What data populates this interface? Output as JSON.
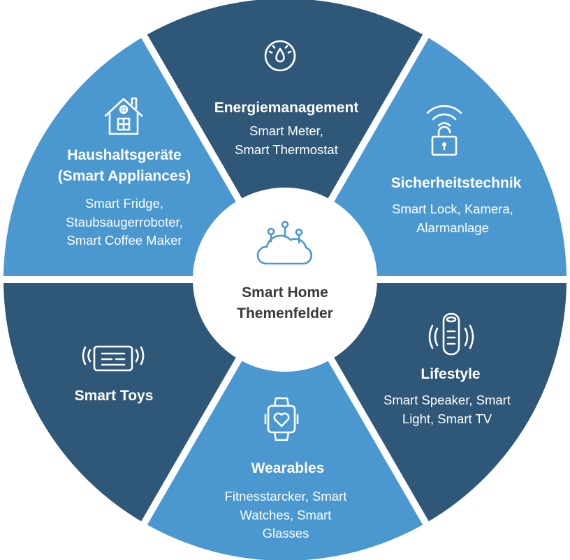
{
  "colors": {
    "dark": "#2f5778",
    "light": "#4b97d0",
    "center_fill": "#ffffff",
    "center_text": "#3a3a3a",
    "center_icon": "#4b97d0",
    "text": "#ffffff"
  },
  "center": {
    "icon": "cloud-network-icon",
    "lines": [
      "Smart Home",
      "Themenfelder"
    ]
  },
  "segments": [
    {
      "id": "energiemanagement",
      "tone": "dark",
      "icon": "gauge-icon",
      "title": [
        "Energiemanagement"
      ],
      "desc": [
        "Smart Meter,",
        "Smart Thermostat"
      ]
    },
    {
      "id": "sicherheitstechnik",
      "tone": "light",
      "icon": "wireless-lock-icon",
      "title": [
        "Sicherheitstechnik"
      ],
      "desc": [
        "Smart Lock, Kamera,",
        "Alarmanlage"
      ]
    },
    {
      "id": "lifestyle",
      "tone": "dark",
      "icon": "smart-speaker-icon",
      "title": [
        "Lifestyle"
      ],
      "desc": [
        "Smart Speaker, Smart",
        "Light, Smart TV"
      ]
    },
    {
      "id": "wearables",
      "tone": "light",
      "icon": "smartwatch-heart-icon",
      "title": [
        "Wearables"
      ],
      "desc": [
        "Fitnesstarcker, Smart",
        "Watches, Smart",
        "Glasses"
      ]
    },
    {
      "id": "smart-toys",
      "tone": "dark",
      "icon": "toy-remote-icon",
      "title": [
        "Smart Toys"
      ],
      "desc": []
    },
    {
      "id": "haushaltsgeraete",
      "tone": "light",
      "icon": "house-icon",
      "title": [
        "Haushaltsgeräte",
        "(Smart Appliances)"
      ],
      "desc": [
        "Smart Fridge,",
        "Staubsaugerroboter,",
        "Smart Coffee Maker"
      ]
    }
  ]
}
